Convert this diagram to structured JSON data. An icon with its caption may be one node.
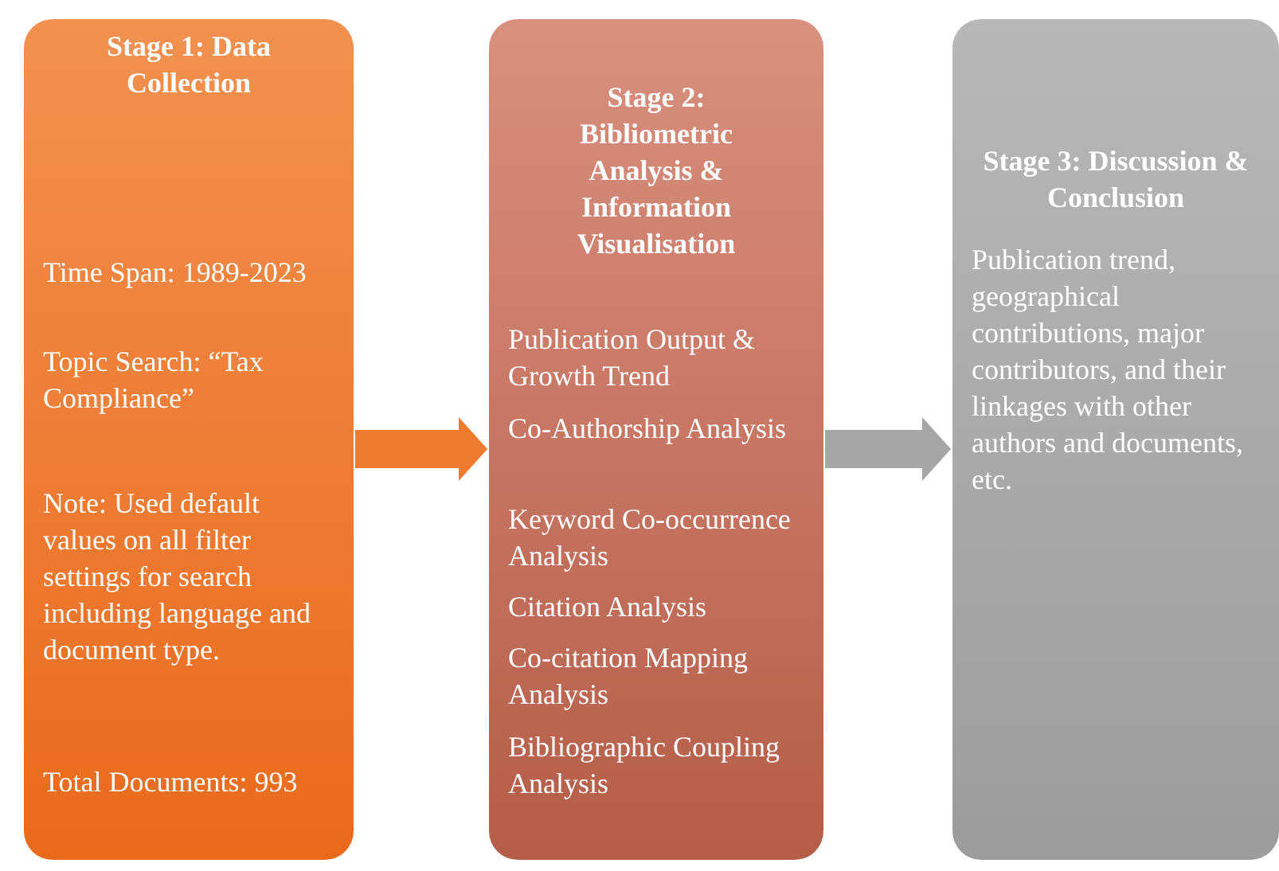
{
  "diagram": {
    "nodes": [
      {
        "text": [
          "Stage 1: Data Collection",
          "Time Span: 1989-2023",
          "Topic Search: “Tax Compliance”",
          "Note: Used default values on all filter settings for search including language and document type.",
          "Total Documents: 993"
        ]
      },
      {
        "text": [
          "Stage 2: Bibliometric Analysis & Information Visualisation",
          "Publication Output & Growth Trend",
          "Co-Authorship Analysis",
          "Keyword Co-occurrence Analysis",
          "Citation Analysis",
          "Co-citation Mapping Analysis",
          "Bibliographic Coupling Analysis"
        ]
      },
      {
        "text": [
          "Stage 3: Discussion & Conclusion",
          "Publication trend, geographical contributions, major contributors, and their linkages with other authors and documents, etc."
        ]
      }
    ],
    "edges": [
      {
        "from": 0,
        "to": 1,
        "arrow": "to",
        "color": "#ee7b30"
      },
      {
        "from": 1,
        "to": 2,
        "arrow": "to",
        "color": "#a6a6a6"
      }
    ]
  }
}
